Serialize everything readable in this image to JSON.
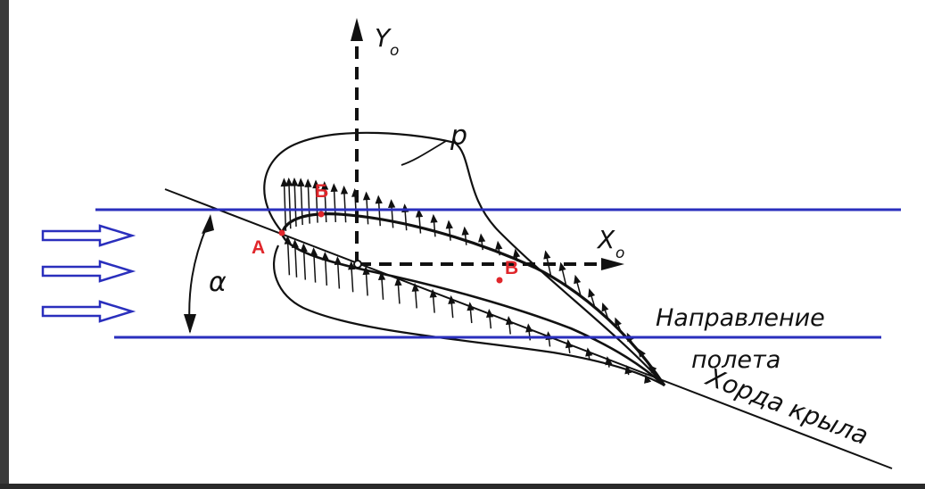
{
  "labels": {
    "y_axis": "Y",
    "y_axis_sub": "o",
    "x_axis": "X",
    "x_axis_sub": "o",
    "pressure": "p",
    "angle": "α",
    "flight_direction_line1": "Направление",
    "flight_direction_line2": "полета",
    "chord": "Хорда крыла"
  },
  "points": {
    "a": "А",
    "b": "Б",
    "v": "В"
  },
  "colors": {
    "blue_lines": "#2a2fbd",
    "red_points": "#e0262b",
    "ink": "#111111",
    "border": "#3a3a3a"
  }
}
